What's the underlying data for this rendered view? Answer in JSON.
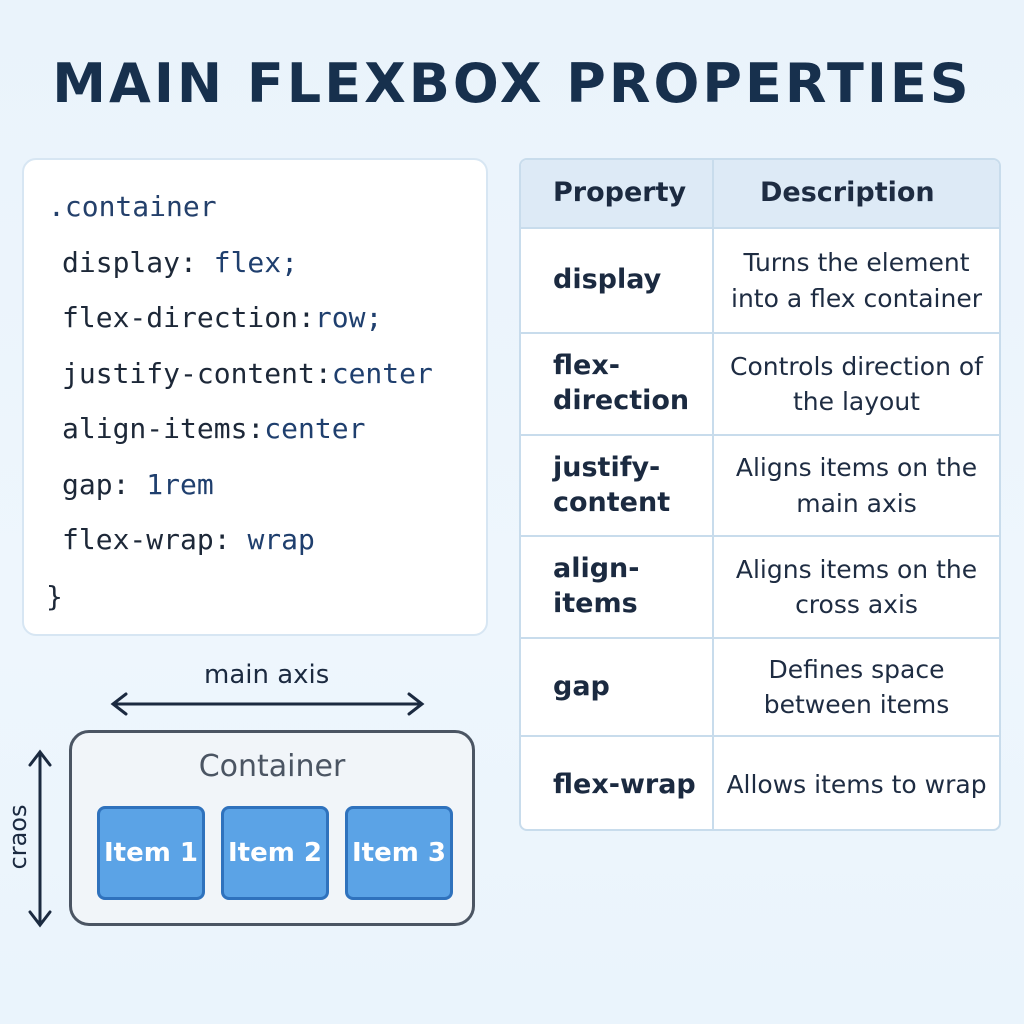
{
  "title": "MAIN FLEXBOX PROPERTIES",
  "code": {
    "selector": ".container",
    "lines": [
      {
        "prop": "display:",
        "value": "flex;"
      },
      {
        "prop": "flex-direction:",
        "value": "row;"
      },
      {
        "prop": "justify-content:",
        "value": "center"
      },
      {
        "prop": "align-items:",
        "value": "center"
      },
      {
        "prop": "gap:",
        "value": "1rem"
      },
      {
        "prop": "flex-wrap:",
        "value": "wrap"
      }
    ],
    "closing": "}"
  },
  "table": {
    "headers": [
      "Property",
      "Description"
    ],
    "rows": [
      {
        "property": "display",
        "description": "Turns the element into a flex container"
      },
      {
        "property": "flex-direction",
        "description": "Controls direction of the layout"
      },
      {
        "property": "justify-content",
        "description": "Aligns items on the main axis"
      },
      {
        "property": "align-items",
        "description": "Aligns items on the cross axis"
      },
      {
        "property": "gap",
        "description": "Defines space between items"
      },
      {
        "property": "flex-wrap",
        "description": "Allows items to wrap"
      }
    ]
  },
  "diagram": {
    "main_axis_label": "main axis",
    "cross_axis_label": "craos",
    "container_label": "Container",
    "items": [
      "Item 1",
      "Item 2",
      "Item 3"
    ]
  },
  "colors": {
    "title": "#17304d",
    "item_fill": "#5ba3e6",
    "item_border": "#2f72bd",
    "table_header": "#ddeaf6"
  }
}
